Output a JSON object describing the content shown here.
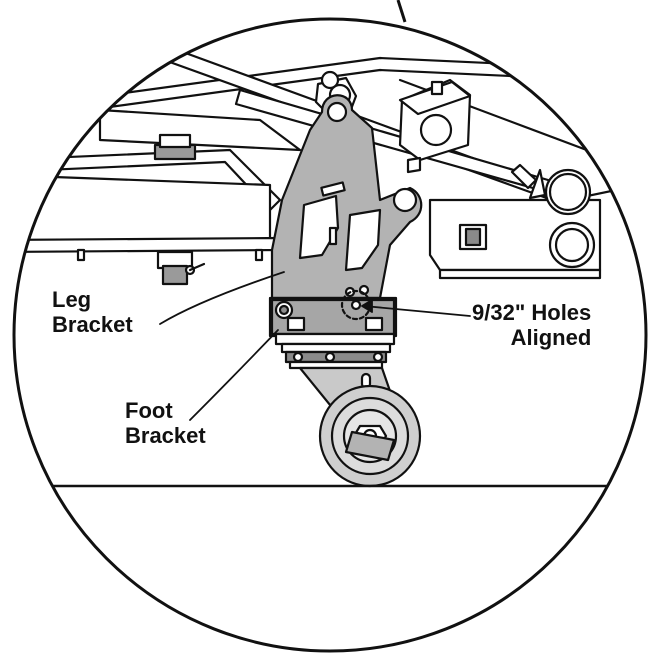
{
  "labels": {
    "leg_bracket": [
      "Leg",
      "Bracket"
    ],
    "foot_bracket": [
      "Foot",
      "Bracket"
    ],
    "holes": [
      "9/32\" Holes",
      "Aligned"
    ]
  },
  "colors": {
    "ink": "#111111",
    "bracket_fill": "#b3b3b3",
    "dark_fill": "#8a8a8a",
    "wheel_fill": "#cfcfcf",
    "background": "#ffffff"
  }
}
